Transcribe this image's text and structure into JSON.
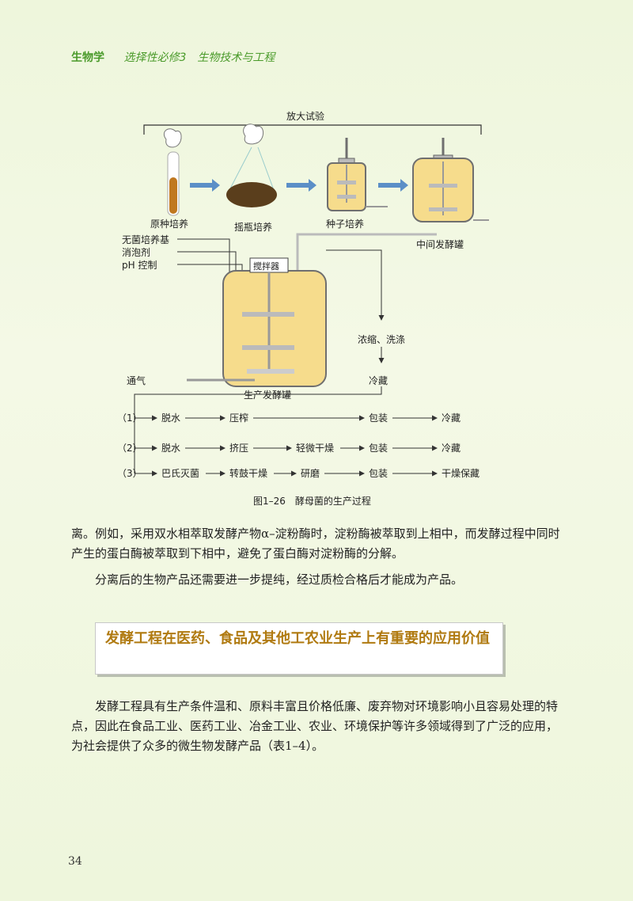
{
  "header": {
    "book": "生物学",
    "course": "选择性必修3　生物技术与工程"
  },
  "figure": {
    "scale_up_label": "放大试验",
    "stages": {
      "stock": "原种培养",
      "flask": "摇瓶培养",
      "seed": "种子培养",
      "intermediate": "中间发酵罐"
    },
    "inputs": {
      "medium": "无菌培养基",
      "antifoam": "消泡剂",
      "ph": "pH 控制",
      "aeration": "通气"
    },
    "stirrer": "搅拌器",
    "production_tank": "生产发酵罐",
    "concentrate": "浓缩、洗涤",
    "refrigerate": "冷藏",
    "routes": [
      {
        "num": "（1）",
        "steps": [
          "脱水",
          "压榨",
          "包装",
          "冷藏"
        ]
      },
      {
        "num": "（2）",
        "steps": [
          "脱水",
          "挤压",
          "轻微干燥",
          "包装",
          "冷藏"
        ]
      },
      {
        "num": "（3）",
        "steps": [
          "巴氏灭菌",
          "转鼓干燥",
          "研磨",
          "包装",
          "干燥保藏"
        ]
      }
    ],
    "caption": "图1–26　酵母菌的生产过程"
  },
  "paragraphs": {
    "p1": "离。例如，采用双水相萃取发酵产物α–淀粉酶时，淀粉酶被萃取到上相中，而发酵过程中同时产生的蛋白酶被萃取到下相中，避免了蛋白酶对淀粉酶的分解。",
    "p2": "分离后的生物产品还需要进一步提纯，经过质检合格后才能成为产品。",
    "section_title": "发酵工程在医药、食品及其他工农业生产上有重要的应用价值",
    "p3": "发酵工程具有生产条件温和、原料丰富且价格低廉、废弃物对环境影响小且容易处理的特点，因此在食品工业、医药工业、冶金工业、农业、环境保护等许多领域得到了广泛的应用，为社会提供了众多的微生物发酵产品（表1–4）。"
  },
  "page_number": "34",
  "colors": {
    "accent": "#4a9a2a",
    "title": "#b07a10",
    "liquid": "#f6dc8c",
    "tank": "#6f6f6f"
  }
}
